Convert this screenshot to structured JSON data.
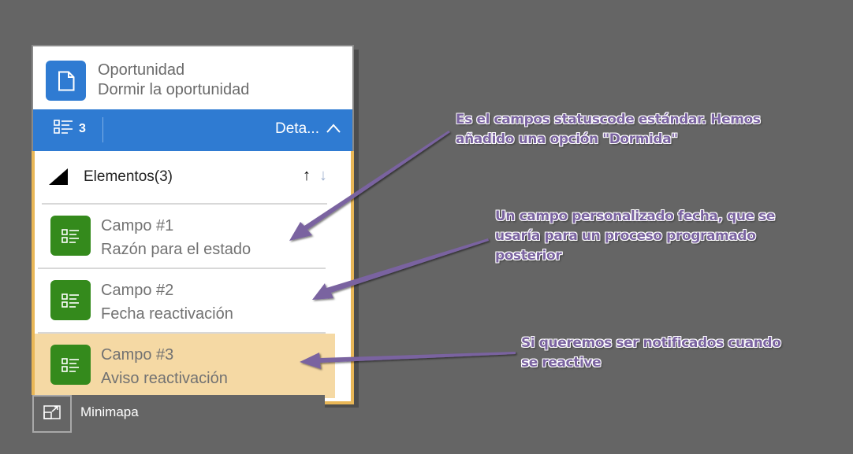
{
  "header": {
    "icon": "document-icon",
    "entity": "Oportunidad",
    "process": "Dormir la oportunidad"
  },
  "bar": {
    "steps_icon": "field-list-icon",
    "steps_count": "3",
    "details_label": "Deta...",
    "details_icon": "chevron-up-icon"
  },
  "stage": {
    "title": "Elementos(3)",
    "sort_up": "↑",
    "sort_down": "↓"
  },
  "items": [
    {
      "title": "Campo #1",
      "subtitle": "Razón para el estado",
      "icon": "field-list-icon",
      "selected": false
    },
    {
      "title": "Campo #2",
      "subtitle": "Fecha reactivación",
      "icon": "field-list-icon",
      "selected": false
    },
    {
      "title": "Campo #3",
      "subtitle": "Aviso reactivación",
      "icon": "field-list-icon",
      "selected": true
    }
  ],
  "minimap": {
    "label": "Minimapa",
    "icon": "minimap-icon"
  },
  "annotations": [
    {
      "lines": [
        "Es el campos statuscode estándar. Hemos",
        "añadido una opción \"Dormida\""
      ]
    },
    {
      "lines": [
        "Un campo personalizado fecha, que se",
        "usaría para un proceso programado",
        "posterior"
      ]
    },
    {
      "lines": [
        "Si queremos ser notificados cuando",
        "se reactive"
      ]
    }
  ],
  "colors": {
    "background": "#656565",
    "brand_blue": "#2f7bd2",
    "field_green": "#348a1c",
    "stage_border": "#e9b757",
    "selected_item": "#f5d9a4",
    "annotation_purple": "#7a63a0"
  }
}
